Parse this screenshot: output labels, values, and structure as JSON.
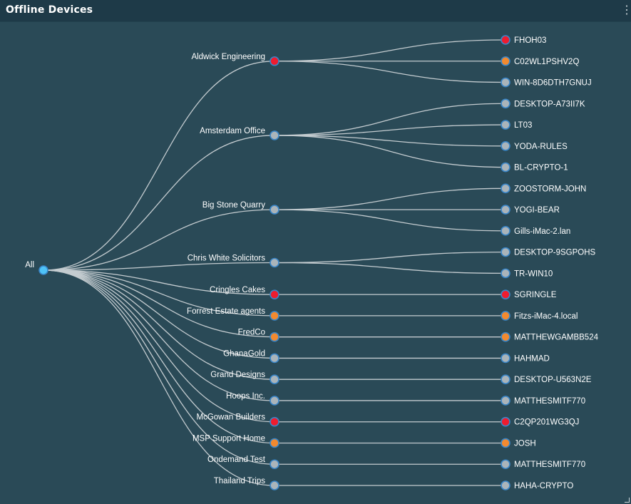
{
  "title": "Offline Devices",
  "icons": {
    "menu": "kebab-menu-icon",
    "resize": "resize-handle-icon"
  },
  "colors": {
    "offline_red": "#ee1c2f",
    "warn_orange": "#f28a30",
    "neutral_gray": "#aab4ba",
    "root_blue": "#4fc3f7",
    "node_stroke": "#3a86c8"
  },
  "root": {
    "label": "All"
  },
  "groups": [
    {
      "label": "Aldwick Engineering",
      "status": "red",
      "devices": [
        {
          "label": "FHOH03",
          "status": "red"
        },
        {
          "label": "C02WL1PSHV2Q",
          "status": "orange"
        },
        {
          "label": "WIN-8D6DTH7GNUJ",
          "status": "gray"
        }
      ]
    },
    {
      "label": "Amsterdam Office",
      "status": "gray",
      "devices": [
        {
          "label": "DESKTOP-A73II7K",
          "status": "gray"
        },
        {
          "label": "LT03",
          "status": "gray"
        },
        {
          "label": "YODA-RULES",
          "status": "gray"
        },
        {
          "label": "BL-CRYPTO-1",
          "status": "gray"
        }
      ]
    },
    {
      "label": "Big Stone Quarry",
      "status": "gray",
      "devices": [
        {
          "label": "ZOOSTORM-JOHN",
          "status": "gray"
        },
        {
          "label": "YOGI-BEAR",
          "status": "gray"
        },
        {
          "label": "Gills-iMac-2.lan",
          "status": "gray"
        }
      ]
    },
    {
      "label": "Chris White Solicitors",
      "status": "gray",
      "devices": [
        {
          "label": "DESKTOP-9SGPOHS",
          "status": "gray"
        },
        {
          "label": "TR-WIN10",
          "status": "gray"
        }
      ]
    },
    {
      "label": "Cringles Cakes",
      "status": "red",
      "devices": [
        {
          "label": "SGRINGLE",
          "status": "red"
        }
      ]
    },
    {
      "label": "Forrest Estate agents",
      "status": "orange",
      "devices": [
        {
          "label": "Fitzs-iMac-4.local",
          "status": "orange"
        }
      ]
    },
    {
      "label": "FredCo",
      "status": "orange",
      "devices": [
        {
          "label": "MATTHEWGAMBB524",
          "status": "orange"
        }
      ]
    },
    {
      "label": "GhanaGold",
      "status": "gray",
      "devices": [
        {
          "label": "HAHMAD",
          "status": "gray"
        }
      ]
    },
    {
      "label": "Grand Designs",
      "status": "gray",
      "devices": [
        {
          "label": "DESKTOP-U563N2E",
          "status": "gray"
        }
      ]
    },
    {
      "label": "Hoops Inc.",
      "status": "gray",
      "devices": [
        {
          "label": "MATTHESMITF770",
          "status": "gray"
        }
      ]
    },
    {
      "label": "McGowan Builders",
      "status": "red",
      "devices": [
        {
          "label": "C2QP201WG3QJ",
          "status": "red"
        }
      ]
    },
    {
      "label": "MSP Support Home",
      "status": "orange",
      "devices": [
        {
          "label": "JOSH",
          "status": "orange"
        }
      ]
    },
    {
      "label": "Ondemand Test",
      "status": "gray",
      "devices": [
        {
          "label": "MATTHESMITF770",
          "status": "gray"
        }
      ]
    },
    {
      "label": "Thailand Trips",
      "status": "gray",
      "devices": [
        {
          "label": "HAHA-CRYPTO",
          "status": "gray"
        }
      ]
    }
  ]
}
